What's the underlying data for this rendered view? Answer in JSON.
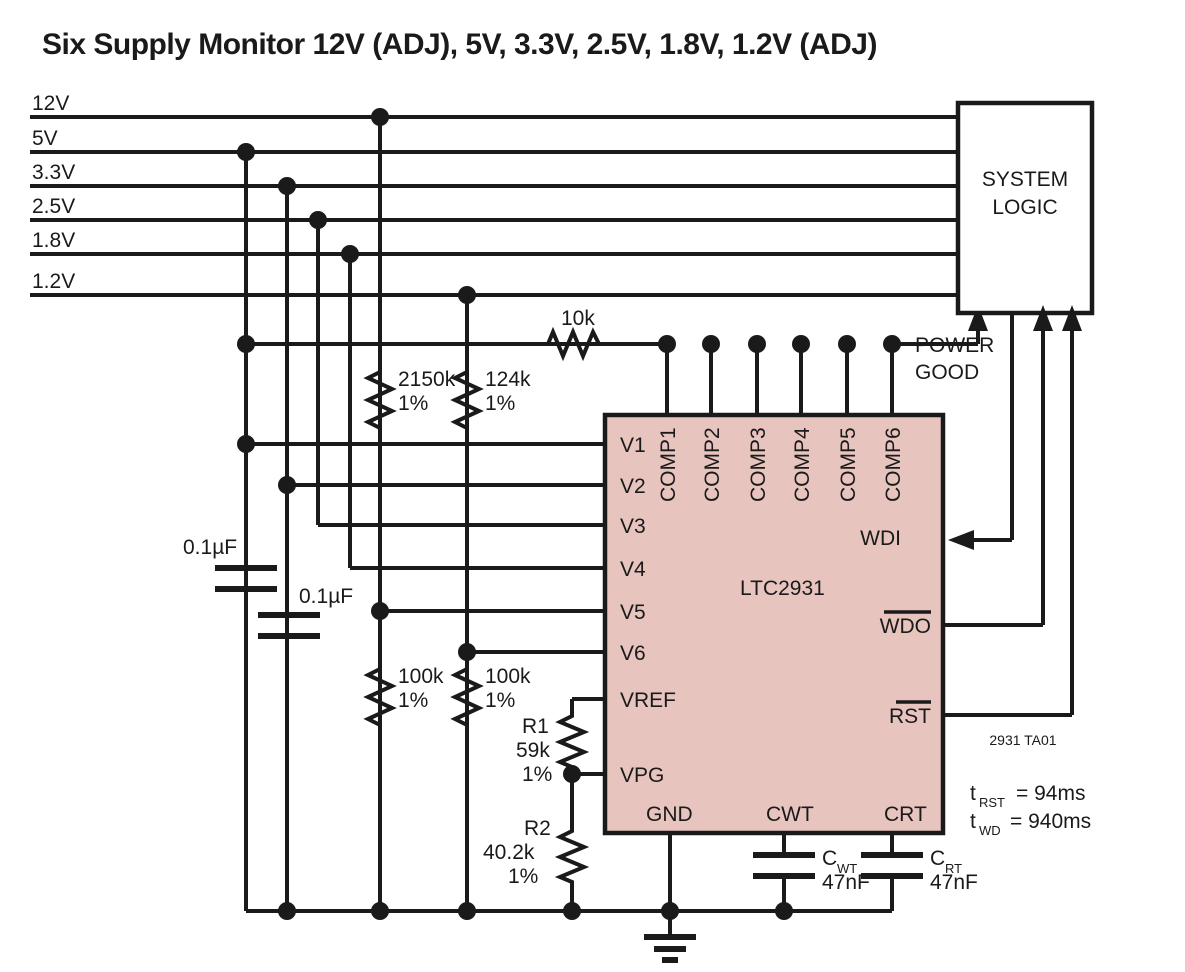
{
  "title": "Six Supply Monitor 12V (ADJ), 5V, 3.3V, 2.5V, 1.8V, 1.2V (ADJ)",
  "rails": [
    {
      "label": "12V"
    },
    {
      "label": "5V"
    },
    {
      "label": "3.3V"
    },
    {
      "label": "2.5V"
    },
    {
      "label": "1.8V"
    },
    {
      "label": "1.2V"
    }
  ],
  "ic": {
    "name": "LTC2931",
    "fill_color": "#e8c4bf",
    "left_pins": [
      "V1",
      "V2",
      "V3",
      "V4",
      "V5",
      "V6",
      "VREF",
      "VPG"
    ],
    "top_pins": [
      "COMP1",
      "COMP2",
      "COMP3",
      "COMP4",
      "COMP5",
      "COMP6"
    ],
    "right_pins": [
      "WDI",
      "WDO",
      "RST"
    ],
    "bottom_pins": [
      "GND",
      "CWT",
      "CRT"
    ]
  },
  "system_logic": {
    "line1": "SYSTEM",
    "line2": "LOGIC"
  },
  "signals": {
    "power_good_line1": "POWER",
    "power_good_line2": "GOOD"
  },
  "resistors": {
    "r_10k": "10k",
    "r_2150k_value": "2150k",
    "r_2150k_tol": "1%",
    "r_124k_value": "124k",
    "r_124k_tol": "1%",
    "r_100k_a_value": "100k",
    "r_100k_a_tol": "1%",
    "r_100k_b_value": "100k",
    "r_100k_b_tol": "1%",
    "r1_name": "R1",
    "r1_value": "59k",
    "r1_tol": "1%",
    "r2_name": "R2",
    "r2_value": "40.2k",
    "r2_tol": "1%"
  },
  "capacitors": {
    "c_in_a": "0.1µF",
    "c_in_b": "0.1µF",
    "cwt_name": "C",
    "cwt_sub": "WT",
    "cwt_value": "47nF",
    "crt_name": "C",
    "crt_sub": "RT",
    "crt_value": "47nF"
  },
  "annotations": {
    "part_ref": "2931 TA01",
    "trst_name": "t",
    "trst_sub": "RST",
    "trst_value": "= 94ms",
    "twd_name": "t",
    "twd_sub": "WD",
    "twd_value": "= 940ms"
  }
}
